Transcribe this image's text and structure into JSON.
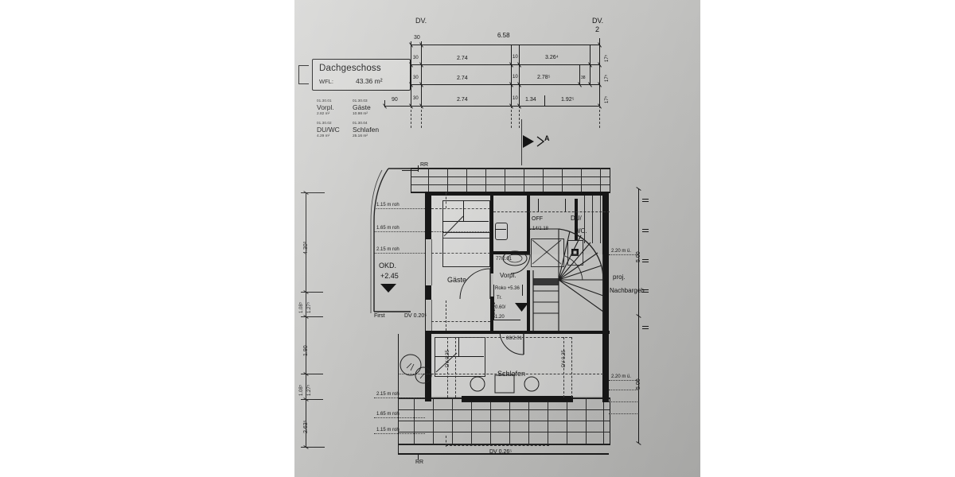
{
  "sheet": {
    "title": "Dachgeschoss",
    "wfl_label": "WFL:",
    "wfl_value": "43.36 m²",
    "section_mark": "A",
    "rr_top": "RR",
    "rr_bottom": "RR"
  },
  "legend": [
    {
      "code": "01.30.01",
      "name": "Vorpl.",
      "area": "2.82 m²"
    },
    {
      "code": "01.30.03",
      "name": "Gäste",
      "area": "10.98 m²"
    },
    {
      "code": "01.30.02",
      "name": "DU/WC",
      "area": "4.29 m²"
    },
    {
      "code": "01.30.04",
      "name": "Schlafen",
      "area": "25.16 m²"
    }
  ],
  "rooms": [
    {
      "name": "Gäste"
    },
    {
      "name": "Vorpl."
    },
    {
      "name": "DU/",
      "name2": "WC."
    },
    {
      "name": "Schlafen"
    }
  ],
  "top_dims": {
    "dv_left": "DV.",
    "dv_right": "DV.",
    "dv_right_num": "2",
    "row1": [
      "30",
      "6.58"
    ],
    "row2": [
      "30",
      "2.74",
      "10",
      "3.26⁴",
      "17⁵"
    ],
    "row3": [
      "30",
      "2.74",
      "10",
      "2.78⁵",
      "38",
      "17⁵"
    ],
    "row4": [
      "90",
      "30",
      "2.74",
      "10",
      "1.34",
      "1.92⁵",
      "17⁵"
    ]
  },
  "left_dims": [
    "4.30³",
    "1.08⁵",
    "1.27⁵",
    "1.90",
    "1.08⁵",
    "1.27⁵",
    "2.63⁵"
  ],
  "right_dims": [
    "5.00",
    "5.00"
  ],
  "annotations": {
    "roof_heights_top": [
      "1.15 m roh",
      "1.65 m roh",
      "2.15 m roh"
    ],
    "roof_heights_bottom": [
      "2.15 m roh",
      "1.65 m roh",
      "1.15 m roh"
    ],
    "okd": "OKD.",
    "okd_value": "+2.45",
    "first": "First",
    "dv_left_top": "DV 0.20⁵",
    "dv_bottom": "DV 0.26⁵",
    "dv_bed_left": "DV 0.25",
    "dv_bed_right": "DV 0.25",
    "right_top": "2.20 m ü.",
    "right_bottom": "2.20 m ü.",
    "neighbor_line1": "proj.",
    "neighbor_line2": "Nachbargeb",
    "door_gaeste": "77/2.01",
    "door_vorpl": "88/2.01",
    "door_schlafen": "88/2.01",
    "bath_label1": "OFF",
    "bath_label2": "1.14/1.18",
    "stair_rows": [
      "Roko +5.36",
      "Tr.",
      "0.60/",
      "1.20"
    ]
  }
}
